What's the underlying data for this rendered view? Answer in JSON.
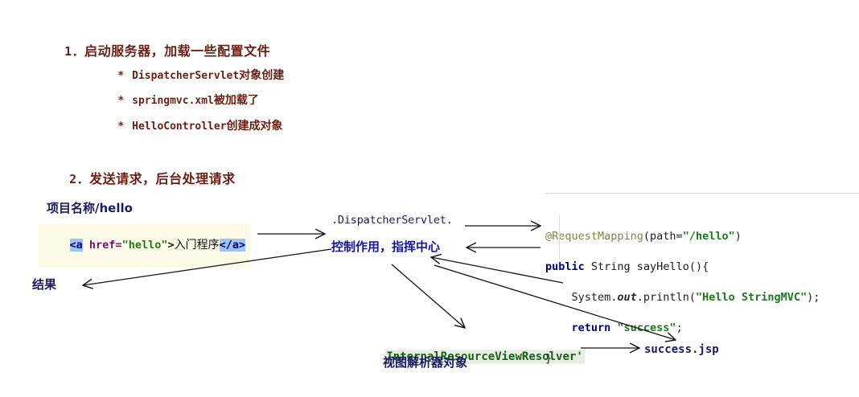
{
  "page": {
    "background": "#ffffff",
    "accent_maroon": "#6b1f13",
    "accent_navy": "#1a1a5e",
    "accent_blue": "#1515a8",
    "accent_green": "#1a7a1a"
  },
  "steps": [
    {
      "number": "1．",
      "title": "启动服务器，加载一些配置文件",
      "bullets": [
        {
          "marker": "*",
          "code": "DispatcherServlet",
          "text": "对象创建"
        },
        {
          "marker": "*",
          "code": "springmvc.xml",
          "text": "被加载了"
        },
        {
          "marker": "*",
          "code": "HelloController",
          "text": "创建成对象"
        }
      ]
    },
    {
      "number": "2．",
      "title": "发送请求，后台处理请求",
      "bullets": []
    }
  ],
  "flow": {
    "project_path": "项目名称/hello",
    "result_label": "结果",
    "snippet": {
      "open_tag": "<a",
      "attr": " href=",
      "attr_value": "\"hello\"",
      "gt": ">",
      "link_text": "入门程序",
      "close_tag": "</a>"
    },
    "dispatcher": {
      "class_name": ".DispatcherServlet.",
      "role": "控制作用，指挥中心"
    },
    "view_resolver": {
      "class_name": "InternalResourceViewResolver'",
      "role": "视图解析器对象"
    },
    "jsp_page": "success.jsp"
  },
  "code": {
    "line1": {
      "annotation": "@RequestMapping",
      "open_paren": "(path=",
      "path_value": "\"/hello\"",
      "close_paren": ")"
    },
    "line2": {
      "keyword": "public",
      "rest": " String sayHello(){"
    },
    "line3": {
      "prefix": "    System.",
      "field": "out",
      "mid": ".println(",
      "string": "\"Hello StringMVC\"",
      "suffix": ");"
    },
    "line4": {
      "keyword": "    return",
      "string": " \"success\"",
      "suffix": ";"
    },
    "line5": {
      "text": "}"
    }
  },
  "icons": {
    "bullet_star": "asterisk-bullet-icon",
    "arrow_right": "arrow-right-icon",
    "arrow_left": "arrow-left-icon",
    "arrow_diagonal": "arrow-diagonal-icon"
  }
}
